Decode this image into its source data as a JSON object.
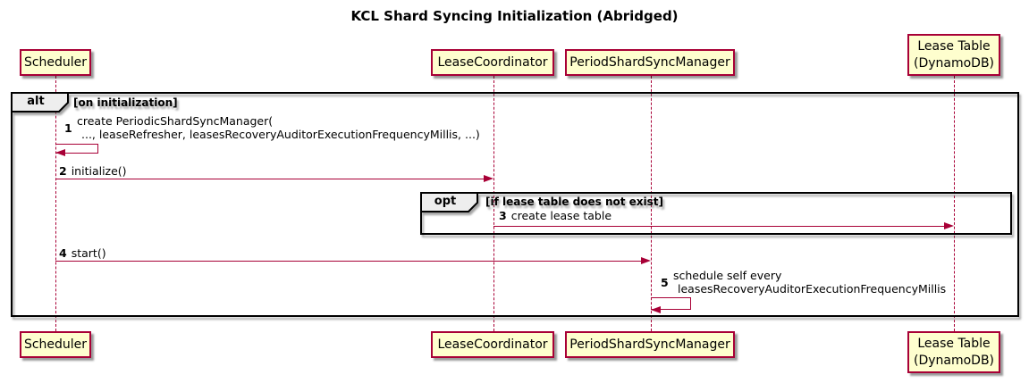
{
  "title": "KCL Shard Syncing Initialization (Abridged)",
  "colors": {
    "participant_fill": "#FEFECE",
    "participant_border": "#A80036",
    "lifeline": "#A80036",
    "arrow": "#A80036",
    "frame_border": "#000000",
    "frame_label_fill": "#EEEEEE"
  },
  "participants": [
    {
      "id": "scheduler",
      "lines": [
        "Scheduler"
      ]
    },
    {
      "id": "lease-coordinator",
      "lines": [
        "LeaseCoordinator"
      ]
    },
    {
      "id": "period-shard-sync-manager",
      "lines": [
        "PeriodShardSyncManager"
      ]
    },
    {
      "id": "lease-table",
      "lines": [
        "Lease Table",
        "(DynamoDB)"
      ]
    }
  ],
  "frames": [
    {
      "label": "alt",
      "condition": "[on initialization]"
    },
    {
      "label": "opt",
      "condition": "[if lease table does not exist]"
    }
  ],
  "messages": [
    {
      "num": "1",
      "from": "Scheduler",
      "to": "Scheduler",
      "lines": [
        "create PeriodicShardSyncManager(",
        "..., leaseRefresher, leasesRecoveryAuditorExecutionFrequencyMillis, ...)"
      ]
    },
    {
      "num": "2",
      "from": "Scheduler",
      "to": "LeaseCoordinator",
      "text": "initialize()"
    },
    {
      "num": "3",
      "from": "LeaseCoordinator",
      "to": "Lease Table (DynamoDB)",
      "text": "create lease table"
    },
    {
      "num": "4",
      "from": "Scheduler",
      "to": "PeriodShardSyncManager",
      "text": "start()"
    },
    {
      "num": "5",
      "from": "PeriodShardSyncManager",
      "to": "PeriodShardSyncManager",
      "lines": [
        "schedule self every",
        "leasesRecoveryAuditorExecutionFrequencyMillis"
      ]
    }
  ]
}
